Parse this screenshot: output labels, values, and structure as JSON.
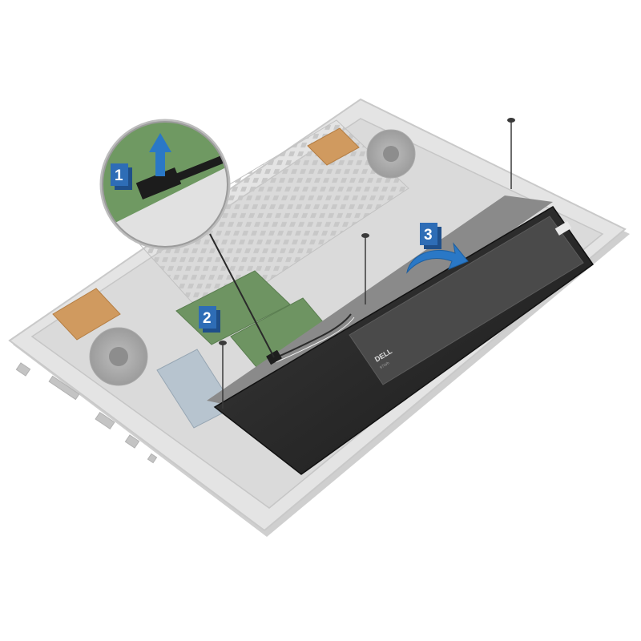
{
  "steps": [
    {
      "number": "1",
      "action": "disconnect-battery-cable"
    },
    {
      "number": "2",
      "action": "loosen-captive-screws"
    },
    {
      "number": "3",
      "action": "lift-battery-out"
    }
  ],
  "battery": {
    "brand": "DELL",
    "capacity": "97Wh"
  },
  "colors": {
    "step_badge": "#2e6db6",
    "arrow": "#2a78c6",
    "chassis": "#e3e3e3",
    "battery": "#262626",
    "thermal_pad": "#d09a5f",
    "memory_module": "#6e9462"
  }
}
